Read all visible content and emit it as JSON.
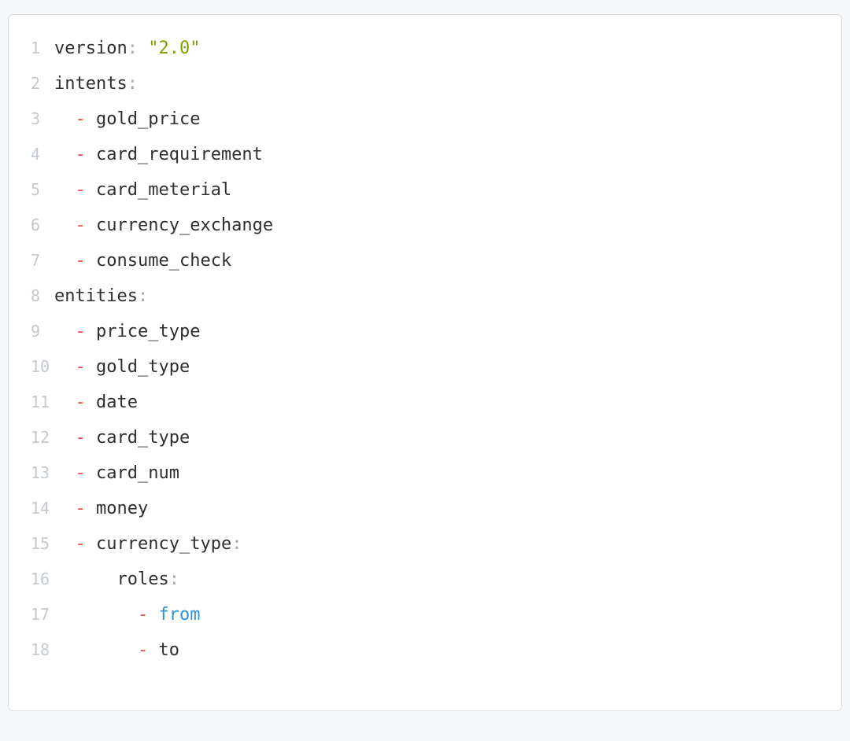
{
  "code_block": {
    "language": "yaml",
    "colors": {
      "page_background": "#f5f6f7",
      "background": "#ffffff",
      "border": "#dadfe4",
      "line_number": "#c2c9d0",
      "plain": "#2f2f2f",
      "key": "#2f2f2f",
      "punctuation": "#a0a8b0",
      "string": "#7ea000",
      "dash": "#dd5146",
      "keyword": "#2e93d8"
    },
    "lines": [
      {
        "n": "1",
        "tokens": [
          {
            "t": "version",
            "c": "key"
          },
          {
            "t": ":",
            "c": "punc"
          },
          {
            "t": " ",
            "c": "plain"
          },
          {
            "t": "\"2.0\"",
            "c": "string"
          }
        ]
      },
      {
        "n": "2",
        "tokens": [
          {
            "t": "intents",
            "c": "key"
          },
          {
            "t": ":",
            "c": "punc"
          }
        ]
      },
      {
        "n": "3",
        "tokens": [
          {
            "t": "  ",
            "c": "plain"
          },
          {
            "t": "-",
            "c": "dash"
          },
          {
            "t": " gold_price",
            "c": "plain"
          }
        ]
      },
      {
        "n": "4",
        "tokens": [
          {
            "t": "  ",
            "c": "plain"
          },
          {
            "t": "-",
            "c": "dash"
          },
          {
            "t": " card_requirement",
            "c": "plain"
          }
        ]
      },
      {
        "n": "5",
        "tokens": [
          {
            "t": "  ",
            "c": "plain"
          },
          {
            "t": "-",
            "c": "dash"
          },
          {
            "t": " card_meterial",
            "c": "plain"
          }
        ]
      },
      {
        "n": "6",
        "tokens": [
          {
            "t": "  ",
            "c": "plain"
          },
          {
            "t": "-",
            "c": "dash"
          },
          {
            "t": " currency_exchange",
            "c": "plain"
          }
        ]
      },
      {
        "n": "7",
        "tokens": [
          {
            "t": "  ",
            "c": "plain"
          },
          {
            "t": "-",
            "c": "dash"
          },
          {
            "t": " consume_check",
            "c": "plain"
          }
        ]
      },
      {
        "n": "8",
        "tokens": [
          {
            "t": "entities",
            "c": "key"
          },
          {
            "t": ":",
            "c": "punc"
          }
        ]
      },
      {
        "n": "9",
        "tokens": [
          {
            "t": "  ",
            "c": "plain"
          },
          {
            "t": "-",
            "c": "dash"
          },
          {
            "t": " price_type",
            "c": "plain"
          }
        ]
      },
      {
        "n": "10",
        "tokens": [
          {
            "t": "  ",
            "c": "plain"
          },
          {
            "t": "-",
            "c": "dash"
          },
          {
            "t": " gold_type",
            "c": "plain"
          }
        ]
      },
      {
        "n": "11",
        "tokens": [
          {
            "t": "  ",
            "c": "plain"
          },
          {
            "t": "-",
            "c": "dash"
          },
          {
            "t": " date",
            "c": "plain"
          }
        ]
      },
      {
        "n": "12",
        "tokens": [
          {
            "t": "  ",
            "c": "plain"
          },
          {
            "t": "-",
            "c": "dash"
          },
          {
            "t": " card_type",
            "c": "plain"
          }
        ]
      },
      {
        "n": "13",
        "tokens": [
          {
            "t": "  ",
            "c": "plain"
          },
          {
            "t": "-",
            "c": "dash"
          },
          {
            "t": " card_num",
            "c": "plain"
          }
        ]
      },
      {
        "n": "14",
        "tokens": [
          {
            "t": "  ",
            "c": "plain"
          },
          {
            "t": "-",
            "c": "dash"
          },
          {
            "t": " money",
            "c": "plain"
          }
        ]
      },
      {
        "n": "15",
        "tokens": [
          {
            "t": "  ",
            "c": "plain"
          },
          {
            "t": "-",
            "c": "dash"
          },
          {
            "t": " ",
            "c": "plain"
          },
          {
            "t": "currency_type",
            "c": "key"
          },
          {
            "t": ":",
            "c": "punc"
          }
        ]
      },
      {
        "n": "16",
        "tokens": [
          {
            "t": "      ",
            "c": "plain"
          },
          {
            "t": "roles",
            "c": "key"
          },
          {
            "t": ":",
            "c": "punc"
          }
        ]
      },
      {
        "n": "17",
        "tokens": [
          {
            "t": "        ",
            "c": "plain"
          },
          {
            "t": "-",
            "c": "dash"
          },
          {
            "t": " ",
            "c": "plain"
          },
          {
            "t": "from",
            "c": "keyword"
          }
        ]
      },
      {
        "n": "18",
        "tokens": [
          {
            "t": "        ",
            "c": "plain"
          },
          {
            "t": "-",
            "c": "dash"
          },
          {
            "t": " to",
            "c": "plain"
          }
        ]
      }
    ]
  }
}
